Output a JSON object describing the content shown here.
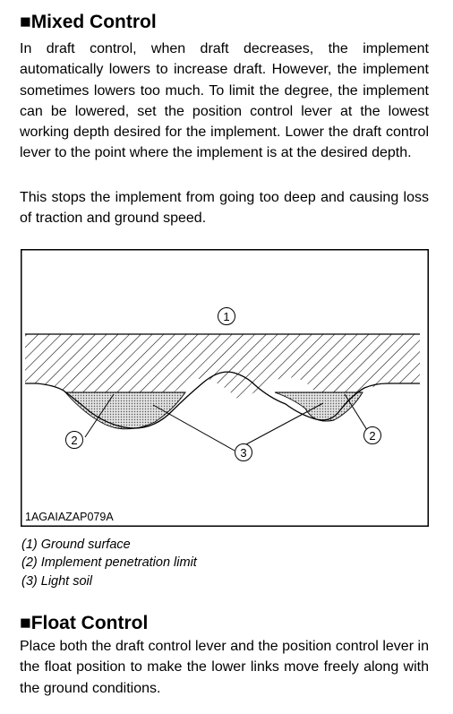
{
  "section1": {
    "marker": "■",
    "title": "Mixed Control",
    "paragraph1": "In draft control, when draft decreases, the implement automatically lowers to increase draft. However, the implement sometimes lowers too much. To limit the degree, the implement can be lowered, set the position control lever at the lowest working depth desired for the implement. Lower the draft control lever to the point where the implement is at the desired depth.",
    "paragraph2": "This stops the implement from going too deep and causing loss of traction and ground speed."
  },
  "figure": {
    "code": "1AGAIAZAP079A",
    "callouts": {
      "c1": "1",
      "c2a": "2",
      "c2b": "2",
      "c3": "3"
    }
  },
  "legend": [
    "(1) Ground surface",
    "(2) Implement penetration limit",
    "(3) Light soil"
  ],
  "section2": {
    "marker": "■",
    "title": "Float Control",
    "paragraph": "Place both the draft control lever and the position control lever in the float position to make the lower links move freely along with the ground conditions."
  }
}
